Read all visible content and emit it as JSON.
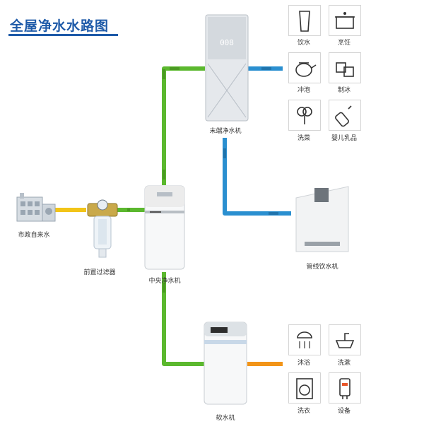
{
  "title": "全屋净水水路图",
  "devices": {
    "municipal": "市政自来水",
    "prefilter": "前置过滤器",
    "central": "中央净水机",
    "terminal": "末端净水机",
    "pipeline_dispenser": "管线饮水机",
    "softener": "软水机"
  },
  "terminal_display": "008",
  "terminal_uses": [
    "饮水",
    "烹饪",
    "冲泡",
    "制冰",
    "洗菜",
    "婴儿乳品"
  ],
  "softener_uses": [
    "沐浴",
    "洗漱",
    "洗衣",
    "设备"
  ],
  "icons": {
    "terminal_uses": [
      "glass-icon",
      "pot-icon",
      "teapot-icon",
      "ice-cubes-icon",
      "vegetable-icon",
      "baby-bottle-icon"
    ],
    "softener_uses": [
      "shower-icon",
      "washbasin-icon",
      "washing-machine-icon",
      "water-heater-icon"
    ]
  },
  "colors": {
    "title": "#1e5aa8",
    "pipe_green": "#5bb82e",
    "pipe_blue": "#2a8fd0",
    "pipe_yellow": "#f2c418",
    "pipe_orange": "#f29418"
  }
}
